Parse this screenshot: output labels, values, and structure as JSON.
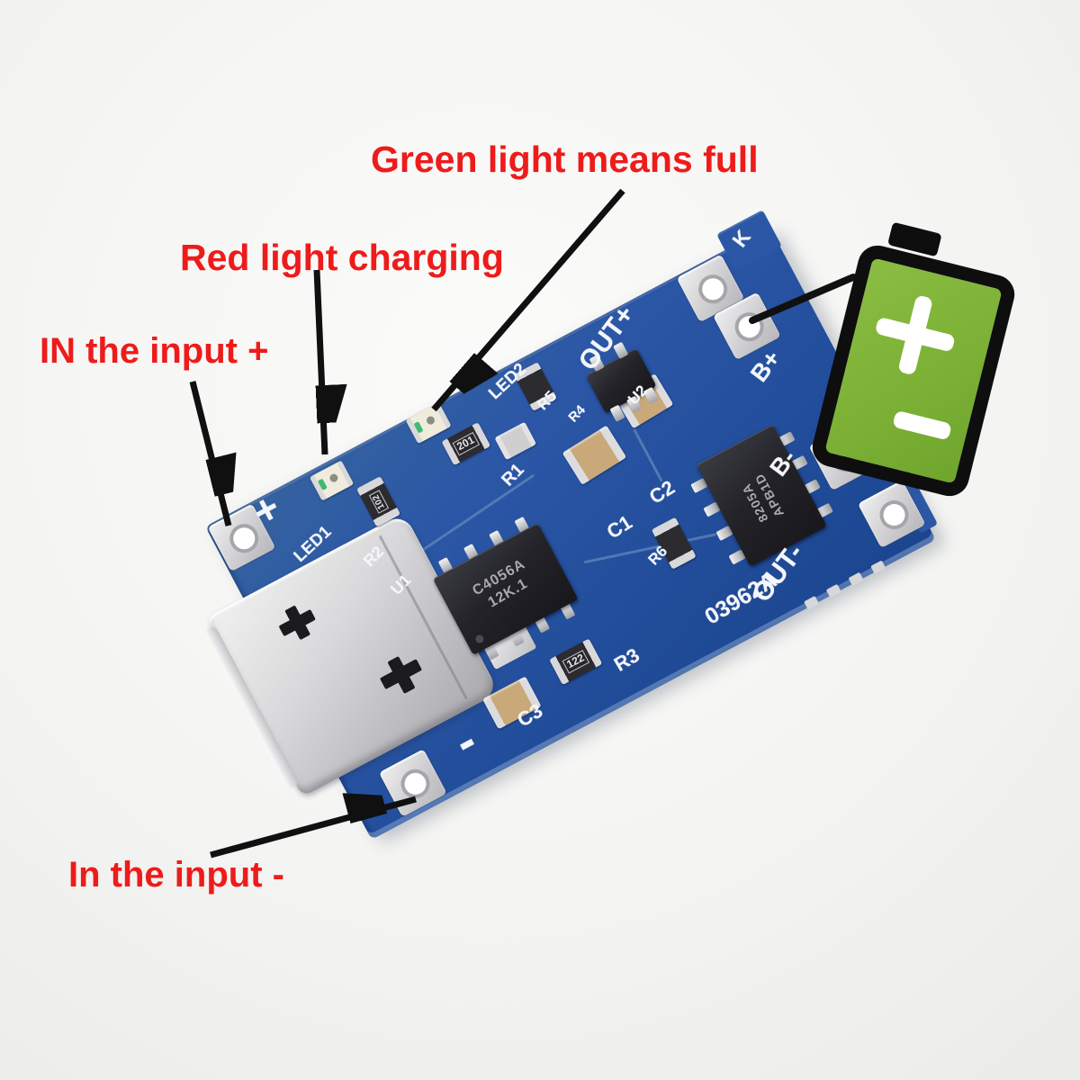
{
  "annotations": {
    "green_full": "Green light means full",
    "red_charging": "Red light charging",
    "input_plus": "IN the input +",
    "input_minus": "In the input -"
  },
  "board": {
    "part_number": "03962A",
    "silkscreen": {
      "plus": "+",
      "minus": "-",
      "k": "K",
      "out_plus": "OUT+",
      "b_plus": "B+",
      "b_minus": "B-",
      "out_minus": "OUT-",
      "led1": "LED1",
      "led2": "LED2",
      "r1": "R1",
      "r2": "R2",
      "r3": "R3",
      "r4": "R4",
      "r5": "R5",
      "r6": "R6",
      "c1": "C1",
      "c2": "C2",
      "c3": "C3",
      "u1": "U1",
      "u2": "U2"
    },
    "markings": {
      "charger_ic_line1": "C4056A",
      "charger_ic_line2": "12K.1",
      "protection_ic_line1": "8205A",
      "protection_ic_line2": "APB1D",
      "resistor_r3": "122",
      "resistor_near_led2": "201",
      "resistor_near_led1": "102"
    },
    "colors": {
      "pcb_blue": "#2a57a5",
      "silk_white": "#f4f6fa"
    }
  },
  "battery_icon": {
    "positive_symbol": "+",
    "negative_symbol": "-",
    "body_color": "#7bb035"
  },
  "colors": {
    "annotation_red": "#ee1b1b",
    "arrow_black": "#101010",
    "background": "#f4f4f2"
  }
}
